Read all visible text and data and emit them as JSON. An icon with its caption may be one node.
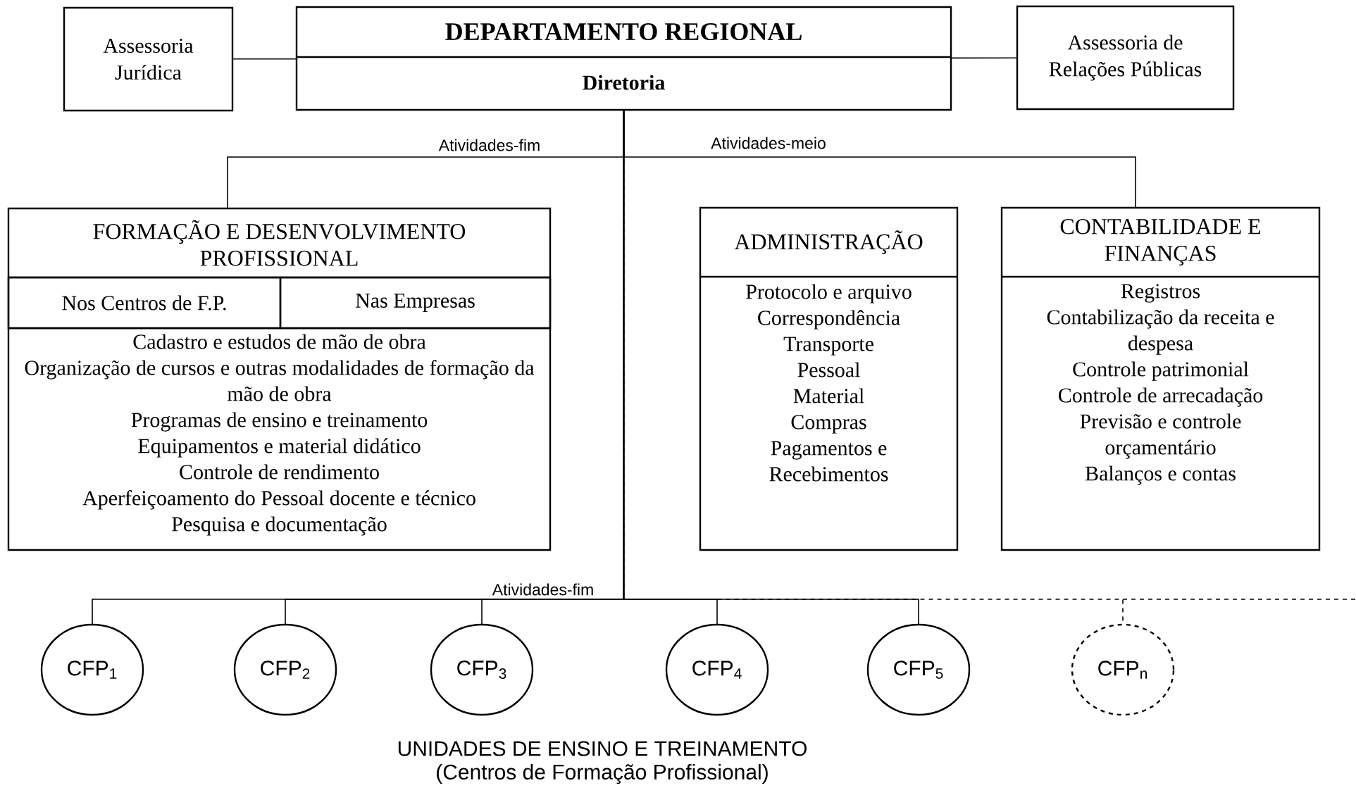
{
  "diagram": {
    "nodes": [
      {
        "text": [
          "DEPARTAMENTO REGIONAL",
          "Diretoria"
        ]
      },
      {
        "text": [
          "Assessoria Jurídica"
        ]
      },
      {
        "text": [
          "Assessoria de Relações Públicas"
        ]
      },
      {
        "text": [
          "FORMAÇÃO E DESENVOLVIMENTO PROFISSIONAL",
          "Cadastro e estudos de mão de obra",
          "Organização de cursos e outras modalidades de formação da mão de obra",
          "Programas de ensino e treinamento",
          "Equipamentos e material didático",
          "Controle de rendimento",
          "Aperfeiçoamento do Pessoal docente e técnico",
          "Pesquisa e documentação"
        ]
      },
      {
        "text": [
          "Nos Centros de F.P."
        ],
        "in": 3
      },
      {
        "text": [
          "Nas Empresas"
        ],
        "in": 3
      },
      {
        "text": [
          "ADMINISTRAÇÃO",
          "Protocolo e arquivo",
          "Correspondência",
          "Transporte",
          "Pessoal",
          "Material",
          "Compras",
          "Pagamentos e Recebimentos"
        ]
      },
      {
        "text": [
          "CONTABILIDADE E FINANÇAS",
          "Registros",
          "Contabilização da receita e despesa",
          "Controle patrimonial",
          "Controle de arrecadação",
          "Previsão e controle orçamentário",
          "Balanços e contas"
        ]
      },
      {
        "text": [
          "CFP$_{1}$"
        ]
      },
      {
        "text": [
          "CFP$_{2}$"
        ]
      },
      {
        "text": [
          "CFP$_{3}$"
        ]
      },
      {
        "text": [
          "CFP$_{4}$"
        ]
      },
      {
        "text": [
          "CFP$_{5}$"
        ]
      },
      {
        "text": [
          "CFP$_{n}$"
        ]
      }
    ],
    "edges": [
      {
        "from": 0,
        "to": 1,
        "arrow": "none"
      },
      {
        "from": 0,
        "to": 2,
        "arrow": "none"
      },
      {
        "from": 0,
        "to": 3,
        "arrow": "none",
        "label": "Atividades-fim"
      },
      {
        "from": 0,
        "to": 7,
        "arrow": "none",
        "label": "Atividades-meio"
      },
      {
        "from": 0,
        "to": 8,
        "arrow": "none",
        "label": "Atividades-fim"
      },
      {
        "from": 0,
        "to": 9,
        "arrow": "none"
      },
      {
        "from": 0,
        "to": 10,
        "arrow": "none"
      },
      {
        "from": 0,
        "to": 11,
        "arrow": "none"
      },
      {
        "from": 0,
        "to": 12,
        "arrow": "none"
      },
      {
        "from": 0,
        "to": 13,
        "arrow": "none",
        "style": "dashed"
      }
    ],
    "labels": [
      "UNIDADES DE ENSINO E TREINAMENTO",
      "(Centros de Formação Profissional)"
    ]
  }
}
